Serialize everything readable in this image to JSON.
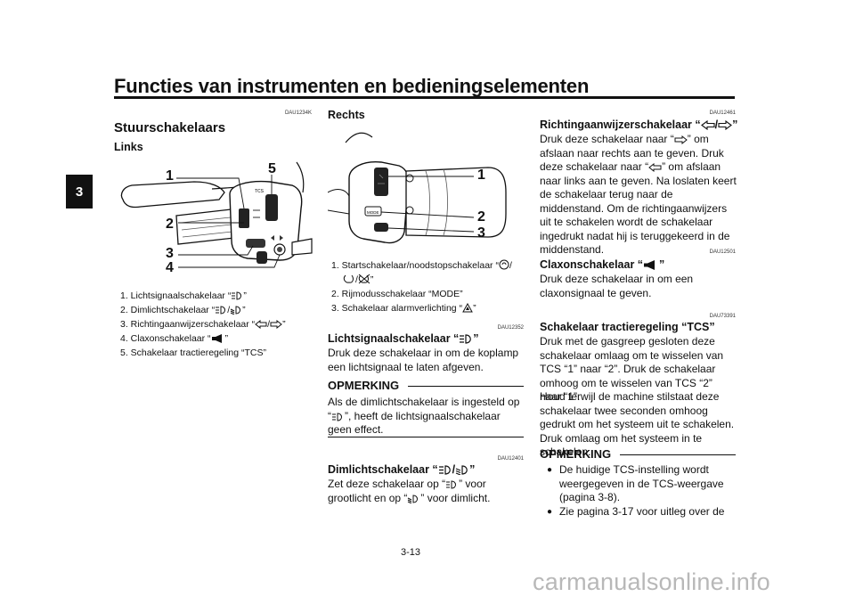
{
  "header": {
    "title": "Functies van instrumenten en bedieningselementen",
    "chapter": "3"
  },
  "codes": {
    "stuur": "DAU1234K",
    "richting": "DAU12461",
    "lichtsignaal": "DAU12352",
    "claxon": "DAU12501",
    "tcs": "DAU73391",
    "dimlicht": "DAU12401"
  },
  "col1": {
    "title": "Stuurschakelaars",
    "links": "Links",
    "callouts": [
      "1",
      "2",
      "3",
      "4",
      "5"
    ],
    "legend": [
      {
        "pre": "1. Lichtsignaalschakelaar “",
        "icon": "high-beam-icon",
        "post": "”"
      },
      {
        "pre": "2. Dimlichtschakelaar “",
        "icon": "high-beam-icon",
        "mid": "/",
        "icon2": "low-beam-icon",
        "post": "”"
      },
      {
        "pre": "3. Richtingaanwijzerschakelaar “",
        "icon": "turn-left-icon",
        "mid": "/",
        "icon2": "turn-right-icon",
        "post": "”"
      },
      {
        "pre": "4. Claxonschakelaar “",
        "icon": "horn-icon",
        "post": "”"
      },
      {
        "pre": "5. Schakelaar tractieregeling “TCS”"
      }
    ]
  },
  "col2": {
    "rechts": "Rechts",
    "callouts": [
      "1",
      "2",
      "3"
    ],
    "legend": {
      "l1a": "1. Startschakelaar/noodstopschakelaar “",
      "l1b": "/",
      "l1c": "”",
      "l2": "2. Rijmodusschakelaar “MODE”",
      "l3a": "3. Schakelaar alarmverlichting “",
      "l3b": "”"
    },
    "lichtsignaal": {
      "title_pre": "Lichtsignaalschakelaar “",
      "title_post": "”",
      "text": "Druk deze schakelaar in om de koplamp een lichtsignaal te laten afgeven."
    },
    "opmerking1": {
      "head": "OPMERKING",
      "text_a": "Als de dimlichtschakelaar is ingesteld op “",
      "text_b": "”, heeft de lichtsignaalschakelaar geen effect."
    },
    "dimlicht": {
      "title_pre": "Dimlichtschakelaar “",
      "title_mid": "/",
      "title_post": "”",
      "text_a": "Zet deze schakelaar op “",
      "text_b": "” voor grootlicht en op “",
      "text_c": "” voor dimlicht."
    }
  },
  "col3": {
    "richting": {
      "title_pre": "Richtingaanwijzerschakelaar “",
      "title_mid": "/",
      "title_post": "”",
      "t1": "Druk deze schakelaar naar “",
      "t2": "” om afslaan naar rechts aan te geven. Druk deze schakelaar naar “",
      "t3": "” om afslaan naar links aan te geven. Na loslaten keert de schakelaar terug naar de middenstand. Om de richtingaanwijzers uit te schakelen wordt de schakelaar ingedrukt nadat hij is teruggekeerd in de middenstand."
    },
    "claxon": {
      "title_pre": "Claxonschakelaar “",
      "title_post": "”",
      "text": "Druk deze schakelaar in om een claxonsignaal te geven."
    },
    "tcs": {
      "title": "Schakelaar tractieregeling “TCS”",
      "text1": "Druk met de gasgreep gesloten deze schakelaar omlaag om te wisselen van TCS “1” naar “2”. Druk de schakelaar omhoog om te wisselen van TCS “2” naar “1”.",
      "text2": "Houd terwijl de machine stilstaat deze schakelaar twee seconden omhoog gedrukt om het systeem uit te schakelen. Druk omlaag om het systeem in te schakelen."
    },
    "opmerking2": {
      "head": "OPMERKING",
      "b1": "De huidige TCS-instelling wordt weergegeven in de TCS-weergave (pagina 3-8).",
      "b2": "Zie pagina 3-17 voor uitleg over de"
    }
  },
  "diagram_labels": {
    "tcs": "TCS",
    "mode": "MODE"
  },
  "footer": {
    "page": "3-13",
    "watermark": "carmanualsonline.info"
  }
}
